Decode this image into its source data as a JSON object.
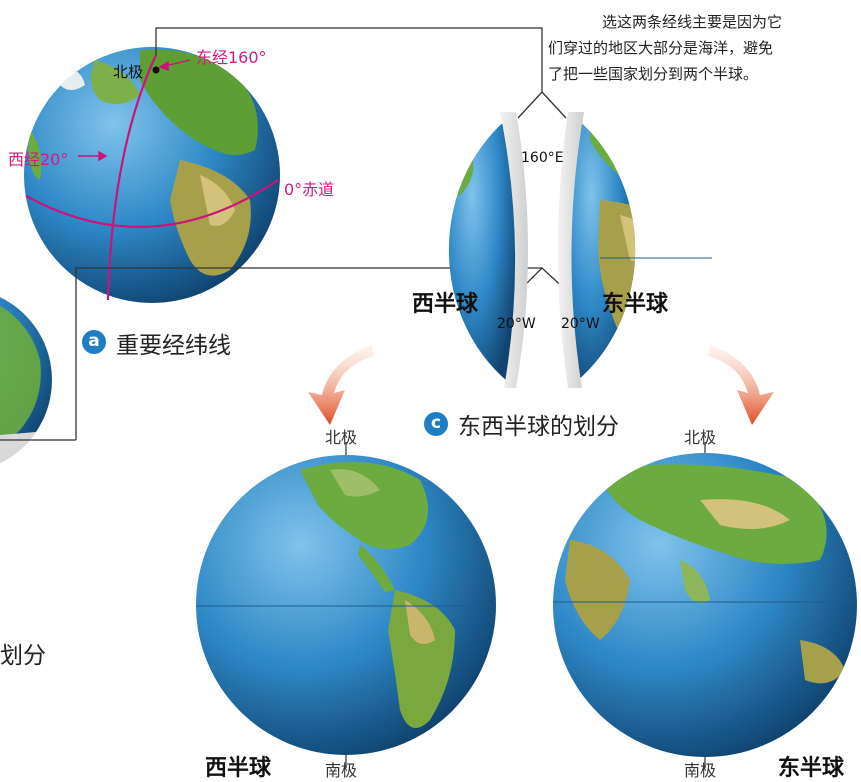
{
  "note": {
    "line1": "选这两条经线主要是因为它",
    "line2": "们穿过的地区大部分是海洋，避免",
    "line3": "了把一些国家划分到两个半球。"
  },
  "globe_a": {
    "north_pole": "北极",
    "east_160": "东经160°",
    "west_20": "西经20°",
    "equator": "0°赤道",
    "badge": "a",
    "caption": "重要经纬线"
  },
  "globe_c": {
    "meridian_160": "160°E",
    "west_half": "西半球",
    "east_half": "东半球",
    "w20_left": "20°W",
    "w20_right": "20°W",
    "badge": "c",
    "caption": "东西半球的划分"
  },
  "bottom": {
    "north_left": "北极",
    "north_right": "北极",
    "south_left": "南极",
    "south_right": "南极",
    "west_label": "西半球",
    "east_label": "东半球"
  },
  "left_partial": {
    "caption_fragment": "划分"
  },
  "colors": {
    "ocean": "#2b86c5",
    "land": "#6bab3f",
    "accent": "#d6197f",
    "arrow": "#e0491f",
    "badge": "#1f7dc4"
  }
}
